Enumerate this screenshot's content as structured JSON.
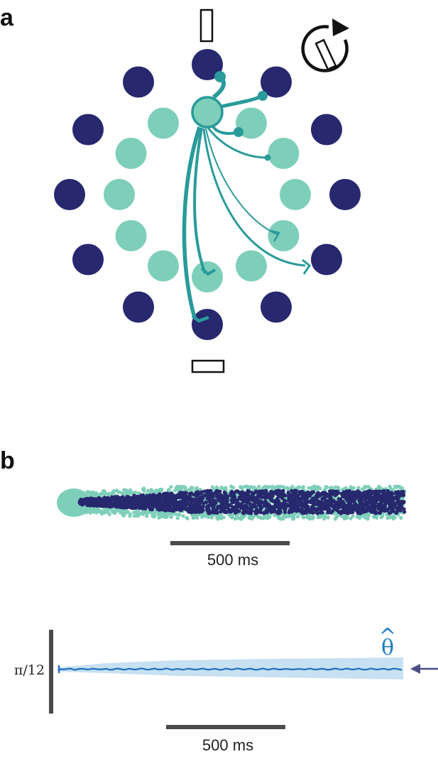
{
  "panel_a": {
    "label": "a"
  },
  "panel_b": {
    "label": "b",
    "raster_scale_label": "500 ms",
    "trace_scale_label": "500 ms",
    "ytick_label": "π/12",
    "estimate_symbol": "θ",
    "estimate_hat": "^"
  },
  "colors": {
    "dark_neuron": "#27286e",
    "light_neuron": "#7ecfba",
    "projection": "#2a9a9a",
    "trace": "#1f6fbf",
    "band": "#c7e0f2",
    "arrow": "#4c4f85",
    "scalebar": "#4a4a4a"
  }
}
